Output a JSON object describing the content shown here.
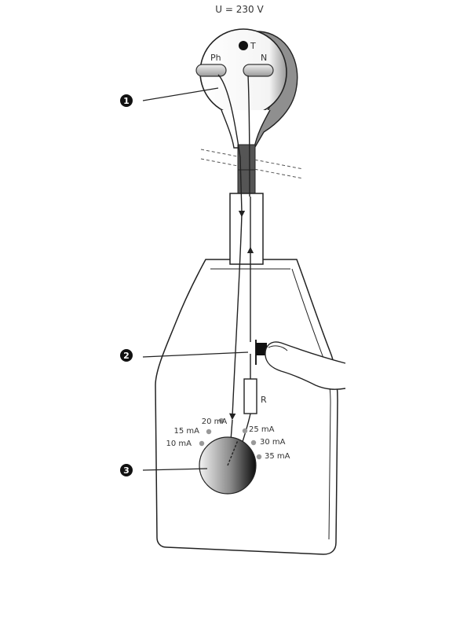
{
  "supply": {
    "voltage_label": "U = 230 V"
  },
  "plug": {
    "phase_label": "Ph",
    "neutral_label": "N",
    "earth_label": "T"
  },
  "resistor": {
    "label": "R"
  },
  "dial": {
    "settings": [
      {
        "label": "10 mA"
      },
      {
        "label": "15 mA"
      },
      {
        "label": "20 mA"
      },
      {
        "label": "25 mA"
      },
      {
        "label": "30 mA"
      },
      {
        "label": "35 mA"
      }
    ]
  },
  "callouts": [
    {
      "number": "1"
    },
    {
      "number": "2"
    },
    {
      "number": "3"
    }
  ],
  "colors": {
    "stroke": "#222222",
    "cable": "#555555",
    "dot": "#999999",
    "dial_dark": "#111111",
    "dial_light": "#eeeeee"
  }
}
